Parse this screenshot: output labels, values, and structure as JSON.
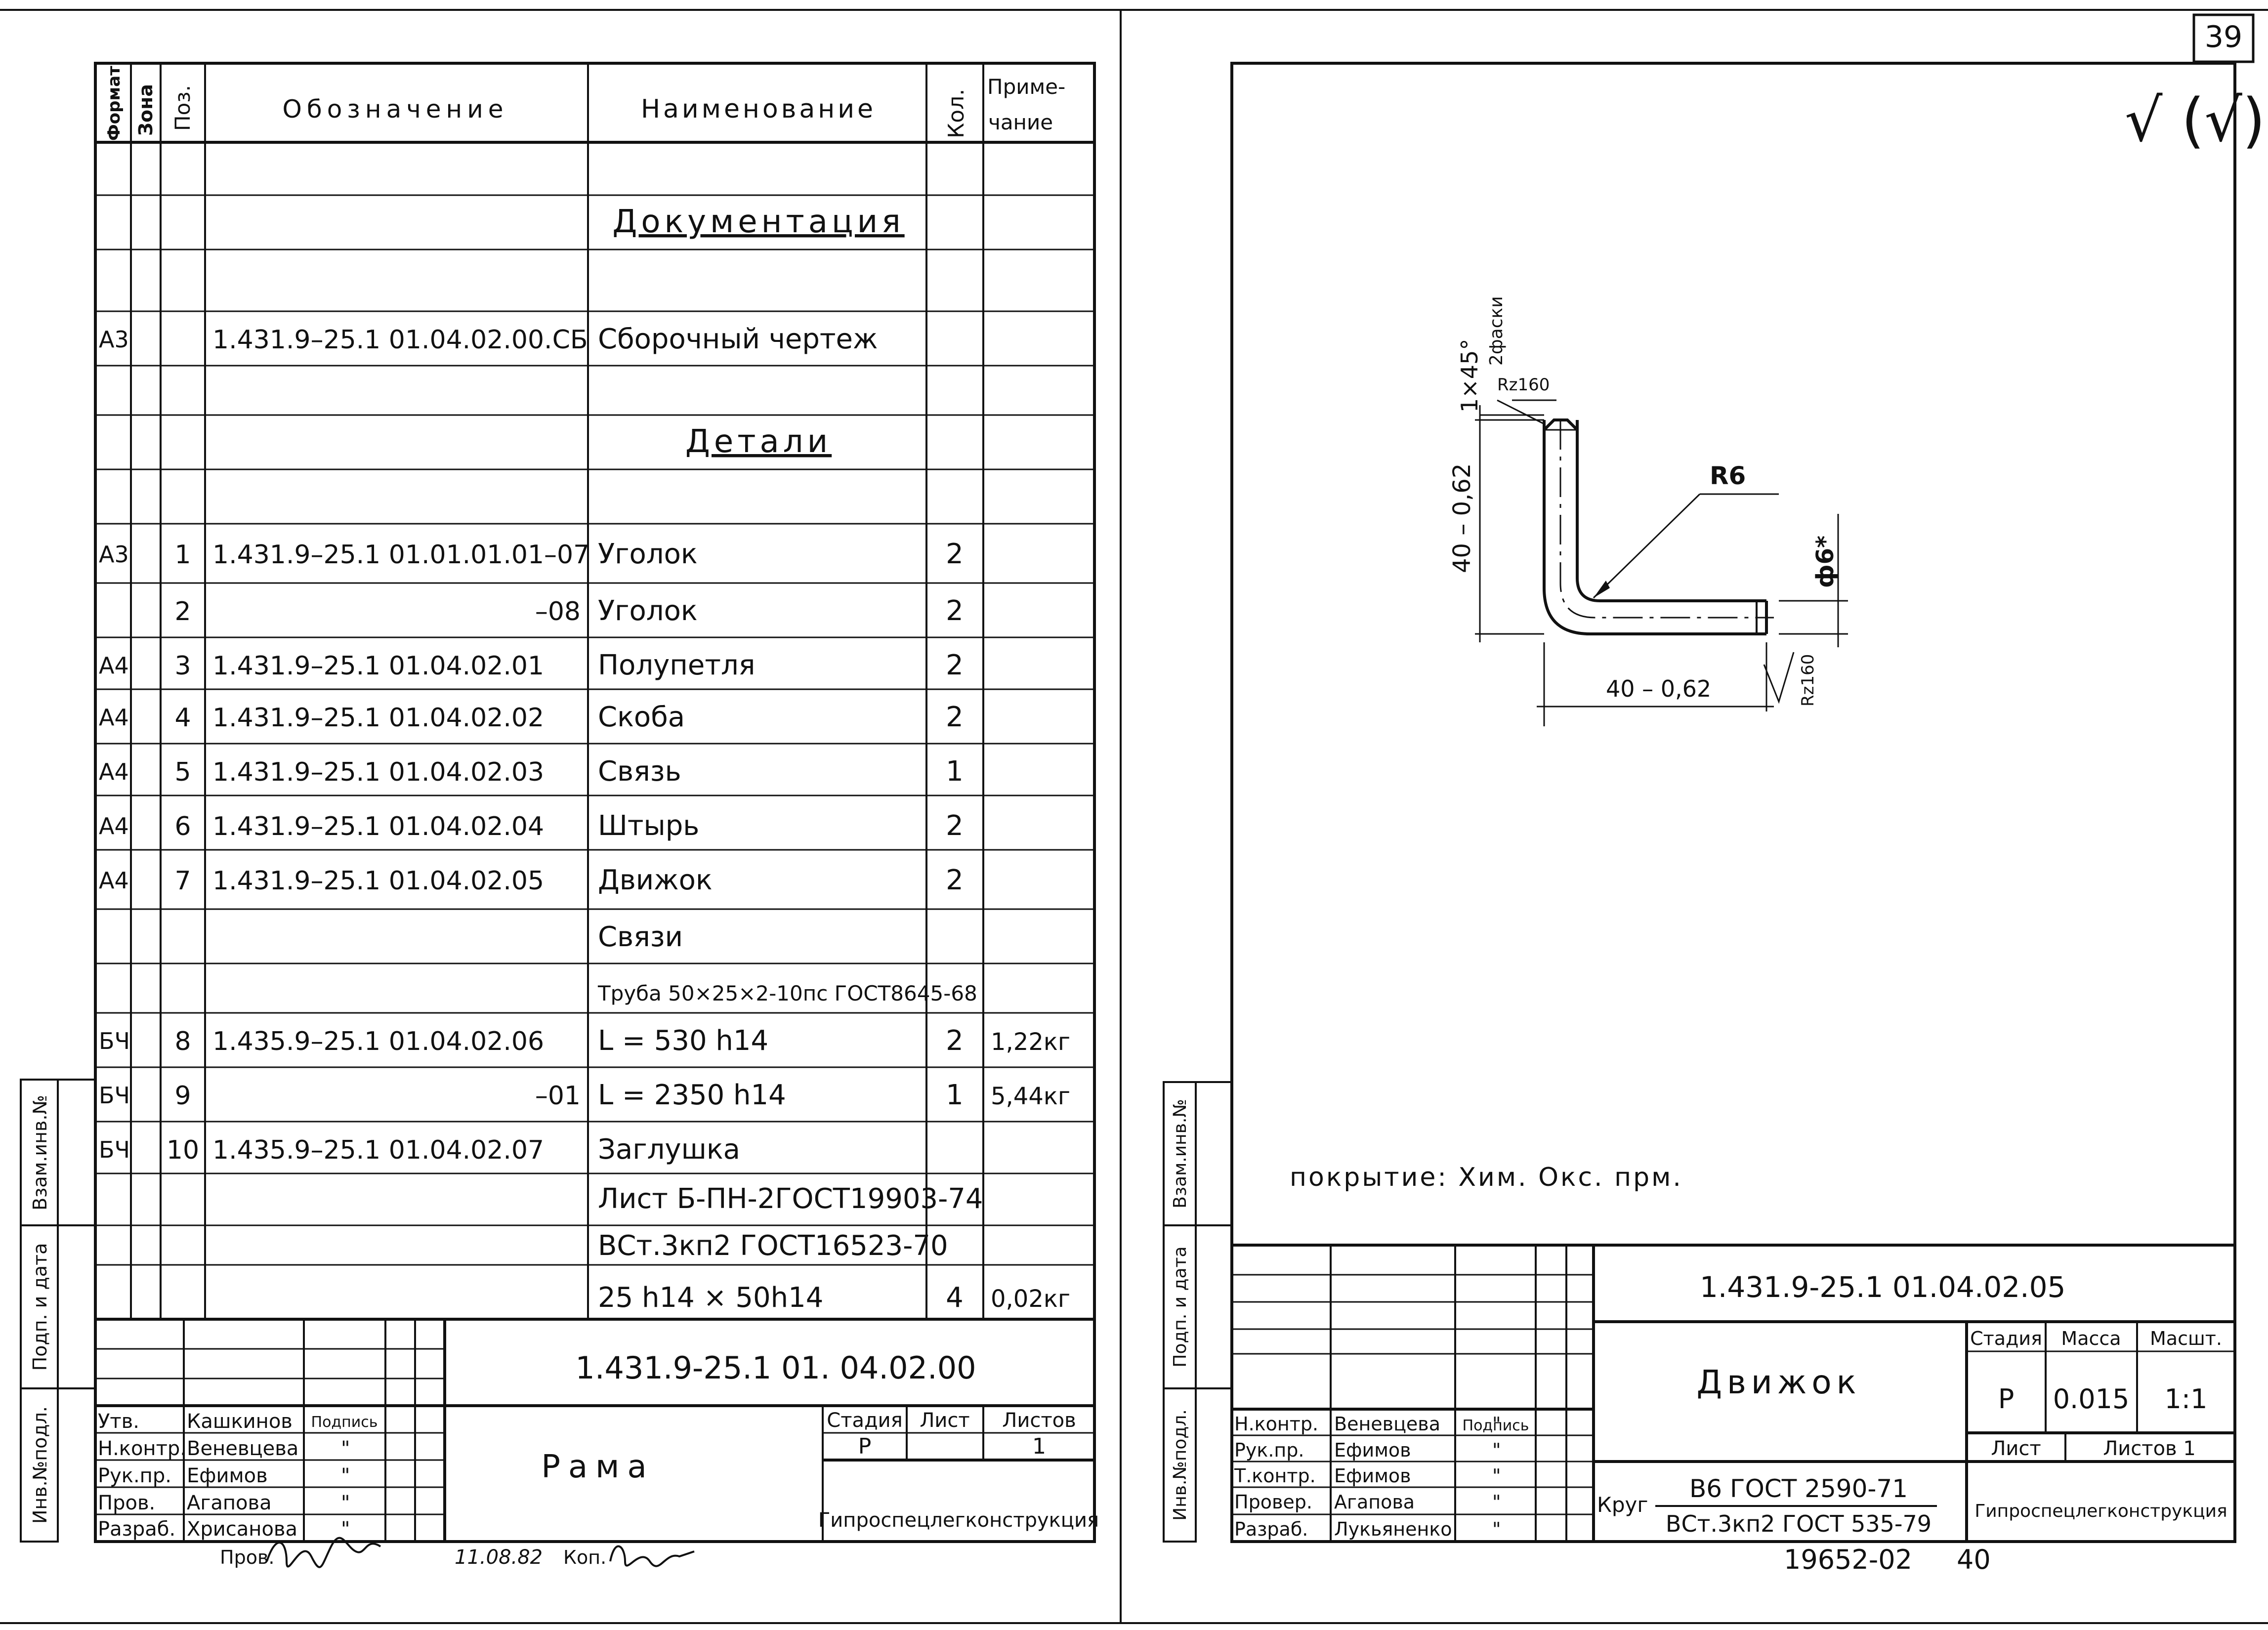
{
  "page_number": "39",
  "left_sheet": {
    "headers": {
      "format": "Формат",
      "zone": "Зона",
      "pos": "Поз.",
      "designation": "Обозначение",
      "name": "Наименование",
      "qty": "Кол.",
      "note_line1": "Приме-",
      "note_line2": "чание"
    },
    "rows": [
      {
        "format": "",
        "pos": "",
        "designation": "",
        "name": "Документация",
        "qty": "",
        "note": "",
        "section": true
      },
      {
        "format": "А3",
        "pos": "",
        "designation": "1.431.9–25.1   01.04.02.00.СБ",
        "name": "Сборочный чертеж",
        "qty": "",
        "note": ""
      },
      {
        "format": "",
        "pos": "",
        "designation": "",
        "name": "Детали",
        "qty": "",
        "note": "",
        "section": true
      },
      {
        "format": "А3",
        "pos": "1",
        "designation": "1.431.9–25.1   01.01.01.01–07",
        "name": "Уголок",
        "qty": "2",
        "note": ""
      },
      {
        "format": "",
        "pos": "2",
        "designation": "–08",
        "name": "Уголок",
        "qty": "2",
        "note": ""
      },
      {
        "format": "А4",
        "pos": "3",
        "designation": "1.431.9–25.1   01.04.02.01",
        "name": "Полупетля",
        "qty": "2",
        "note": ""
      },
      {
        "format": "А4",
        "pos": "4",
        "designation": "1.431.9–25.1   01.04.02.02",
        "name": "Скоба",
        "qty": "2",
        "note": ""
      },
      {
        "format": "А4",
        "pos": "5",
        "designation": "1.431.9–25.1   01.04.02.03",
        "name": "Связь",
        "qty": "1",
        "note": ""
      },
      {
        "format": "А4",
        "pos": "6",
        "designation": "1.431.9–25.1   01.04.02.04",
        "name": "Штырь",
        "qty": "2",
        "note": ""
      },
      {
        "format": "А4",
        "pos": "7",
        "designation": "1.431.9–25.1   01.04.02.05",
        "name": "Движок",
        "qty": "2",
        "note": ""
      },
      {
        "format": "",
        "pos": "",
        "designation": "",
        "name": "Связи",
        "qty": "",
        "note": ""
      },
      {
        "format": "",
        "pos": "",
        "designation": "",
        "name": "Труба 50×25×2-10пс ГОСТ8645-68",
        "qty": "",
        "note": ""
      },
      {
        "format": "БЧ",
        "pos": "8",
        "designation": "1.435.9–25.1   01.04.02.06",
        "name": "L = 530  h14",
        "qty": "2",
        "note": "1,22кг"
      },
      {
        "format": "БЧ",
        "pos": "9",
        "designation": "–01",
        "name": "L = 2350 h14",
        "qty": "1",
        "note": "5,44кг"
      },
      {
        "format": "БЧ",
        "pos": "10",
        "designation": "1.435.9–25.1   01.04.02.07",
        "name": "Заглушка",
        "qty": "",
        "note": ""
      },
      {
        "format": "",
        "pos": "",
        "designation": "",
        "name": "Лист  Б-ПН-2ГОСТ19903-74",
        "qty": "",
        "note": ""
      },
      {
        "format": "",
        "pos": "",
        "designation": "",
        "name": "ВСт.3кп2 ГОСТ16523-70",
        "qty": "",
        "note": ""
      },
      {
        "format": "",
        "pos": "",
        "designation": "",
        "name": "25 h14 × 50h14",
        "qty": "4",
        "note": "0,02кг"
      }
    ],
    "title_block": {
      "code": "1.431.9-25.1   01. 04.02.00",
      "title": "Рама",
      "stage_label": "Стадия",
      "sheet_label": "Лист",
      "sheets_label": "Листов",
      "stage": "Р",
      "sheets": "1",
      "org": "Гипроспецлегконструкция",
      "signature_label": "Подпись",
      "signers": [
        {
          "role": "Утв.",
          "name": "Кашкинов",
          "sign": ""
        },
        {
          "role": "Н.контр.",
          "name": "Веневцева",
          "sign": "\""
        },
        {
          "role": "Рук.пр.",
          "name": "Ефимов",
          "sign": "\""
        },
        {
          "role": "Пров.",
          "name": "Агапова",
          "sign": "\""
        },
        {
          "role": "Разраб.",
          "name": "Хрисанова",
          "sign": "\""
        }
      ]
    },
    "footer": {
      "checked_label": "Пров.",
      "date": "11.08.82",
      "copy_label": "Коп."
    }
  },
  "right_sheet": {
    "roughness_symbol": "√ (√)",
    "drawing": {
      "chamfer_label": "1×45°",
      "chamfer_note": "2фаски",
      "roughness_top": "Rz160",
      "radius_label": "R6",
      "dim_vertical": "40 – 0,62",
      "dim_horizontal": "40 – 0,62",
      "diameter_label": "ф6*",
      "roughness_end": "Rz160"
    },
    "coating": "покрытие:  Хим. Окс. прм.",
    "title_block": {
      "code": "1.431.9-25.1      01.04.02.05",
      "title": "Движок",
      "stage_label": "Стадия",
      "mass_label": "Масса",
      "scale_label": "Масшт.",
      "stage": "Р",
      "mass": "0.015",
      "scale": "1:1",
      "sheet_label": "Лист",
      "sheets_label": "Листов 1",
      "org": "Гипроспецлегконструкция",
      "material_prefix": "Круг",
      "material_top": "В6 ГОСТ 2590-71",
      "material_bottom": "ВСт.3кп2 ГОСТ 535-79",
      "signature_label": "Подпись",
      "signers": [
        {
          "role": "Н.контр.",
          "name": "Веневцева",
          "sign": "\""
        },
        {
          "role": "Рук.пр.",
          "name": "Ефимов",
          "sign": "\""
        },
        {
          "role": "Т.контр.",
          "name": "Ефимов",
          "sign": "\""
        },
        {
          "role": "Провер.",
          "name": "Агапова",
          "sign": "\""
        },
        {
          "role": "Разраб.",
          "name": "Лукьяненко",
          "sign": "\""
        }
      ]
    },
    "footer": {
      "doc_number": "19652-02",
      "next_page": "40"
    }
  },
  "side_stamp": {
    "labels": [
      "Взам.инв.№",
      "Подп. и дата",
      "Инв.№подл."
    ]
  }
}
